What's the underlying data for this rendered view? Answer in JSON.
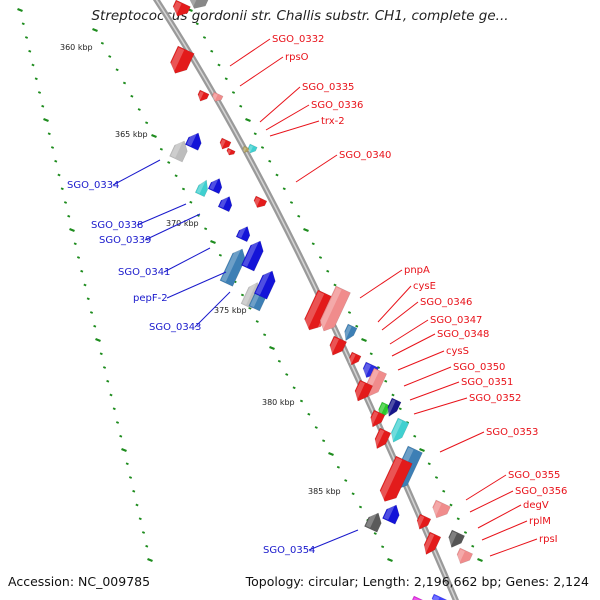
{
  "title": "Streptococcus gordonii str. Challis substr. CH1, complete ge...",
  "footer": {
    "accession": "Accession: NC_009785",
    "stats": "Topology: circular; Length: 2,196,662 bp; Genes: 2,124"
  },
  "colors": {
    "forward_strand_label": "#e8121a",
    "reverse_strand_label": "#1a1acc",
    "backbone": "#8c8c8c",
    "tick_marks": "#1e8c1e"
  },
  "scale_labels": [
    "360 kbp",
    "365 kbp",
    "370 kbp",
    "375 kbp",
    "380 kbp",
    "385 kbp"
  ],
  "forward_genes": [
    "SGO_0332",
    "rpsO",
    "SGO_0335",
    "SGO_0336",
    "trx-2",
    "SGO_0340",
    "pnpA",
    "cysE",
    "SGO_0346",
    "SGO_0347",
    "SGO_0348",
    "cysS",
    "SGO_0350",
    "SGO_0351",
    "SGO_0352",
    "SGO_0353",
    "SGO_0355",
    "SGO_0356",
    "degV",
    "rplM",
    "rpsI"
  ],
  "reverse_genes": [
    "SGO_0334",
    "SGO_0338",
    "SGO_0339",
    "SGO_0341",
    "pepF-2",
    "SGO_0343",
    "SGO_0354"
  ]
}
